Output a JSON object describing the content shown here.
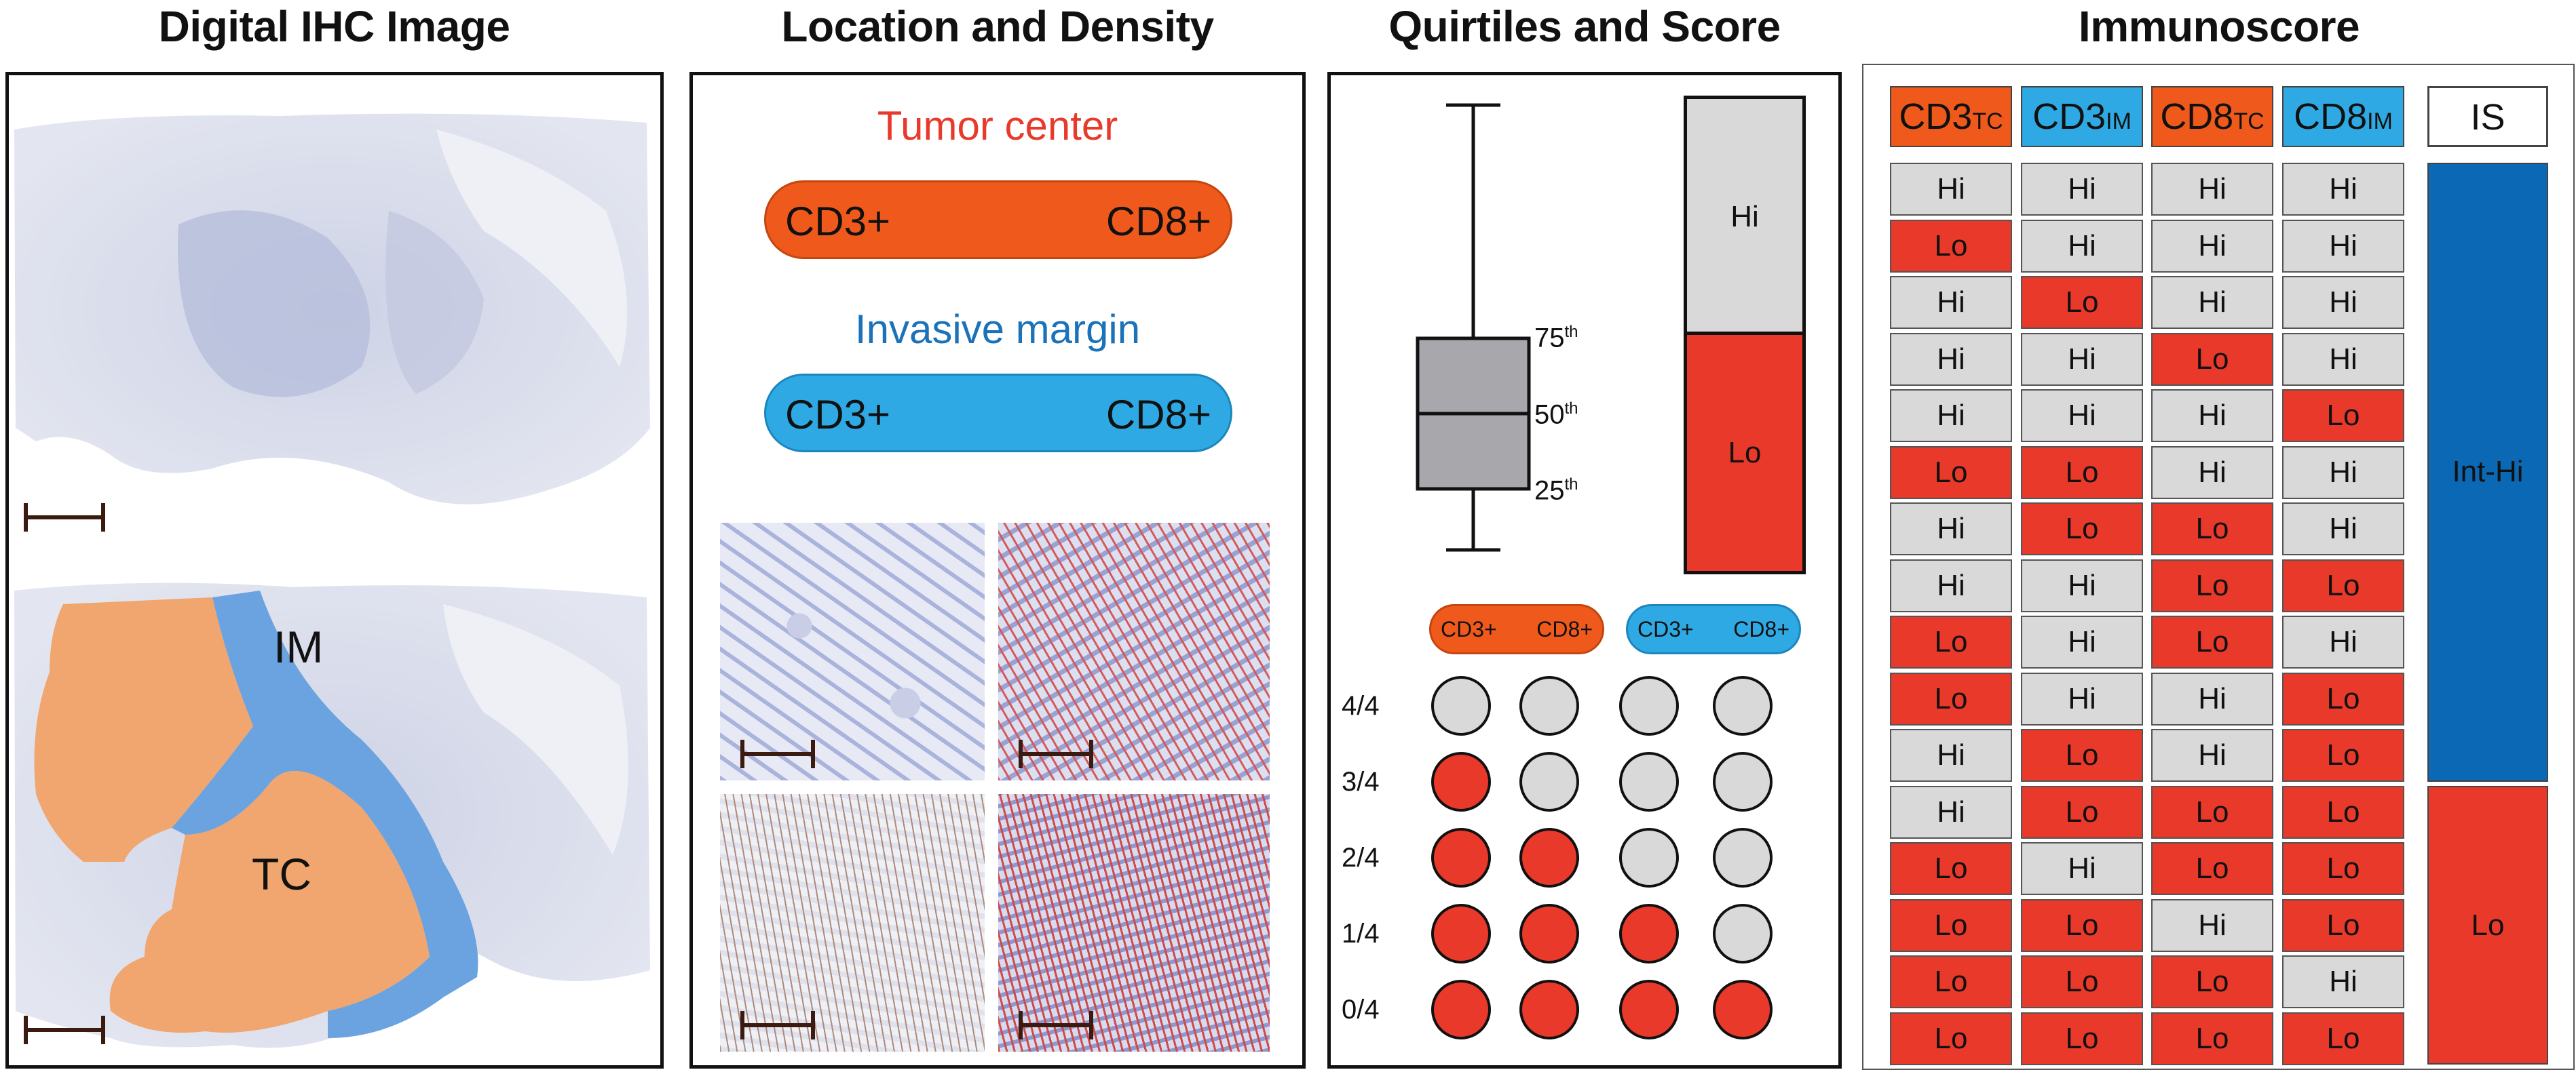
{
  "titles": {
    "panel1": "Digital IHC Image",
    "panel2": "Location and Density",
    "panel3": "Quirtiles and Score",
    "panel4": "Immunoscore"
  },
  "panel1": {
    "label_im": "IM",
    "label_tc": "TC"
  },
  "panel2": {
    "tumor_center": "Tumor center",
    "invasive_margin": "Invasive margin",
    "cd3": "CD3+",
    "cd8": "CD8+"
  },
  "panel3": {
    "p75": "75",
    "p50": "50",
    "p25": "25",
    "th": "th",
    "hi": "Hi",
    "lo": "Lo",
    "pill_cd3": "CD3+",
    "pill_cd8": "CD8+",
    "score_labels": [
      "4/4",
      "3/4",
      "2/4",
      "1/4",
      "0/4"
    ],
    "circles": [
      [
        0,
        0,
        0,
        0
      ],
      [
        1,
        0,
        0,
        0
      ],
      [
        1,
        1,
        0,
        0
      ],
      [
        1,
        1,
        1,
        0
      ],
      [
        1,
        1,
        1,
        1
      ]
    ]
  },
  "panel4": {
    "headers": [
      {
        "main": "CD3",
        "sub": "TC",
        "color": "orange"
      },
      {
        "main": "CD3",
        "sub": "IM",
        "color": "blue"
      },
      {
        "main": "CD8",
        "sub": "TC",
        "color": "orange"
      },
      {
        "main": "CD8",
        "sub": "IM",
        "color": "blue"
      }
    ],
    "is_header": "IS",
    "rows": [
      [
        "Hi",
        "Hi",
        "Hi",
        "Hi"
      ],
      [
        "Lo",
        "Hi",
        "Hi",
        "Hi"
      ],
      [
        "Hi",
        "Lo",
        "Hi",
        "Hi"
      ],
      [
        "Hi",
        "Hi",
        "Lo",
        "Hi"
      ],
      [
        "Hi",
        "Hi",
        "Hi",
        "Lo"
      ],
      [
        "Lo",
        "Lo",
        "Hi",
        "Hi"
      ],
      [
        "Hi",
        "Lo",
        "Lo",
        "Hi"
      ],
      [
        "Hi",
        "Hi",
        "Lo",
        "Lo"
      ],
      [
        "Lo",
        "Hi",
        "Lo",
        "Hi"
      ],
      [
        "Lo",
        "Hi",
        "Hi",
        "Lo"
      ],
      [
        "Hi",
        "Lo",
        "Hi",
        "Lo"
      ],
      [
        "Hi",
        "Lo",
        "Lo",
        "Lo"
      ],
      [
        "Lo",
        "Hi",
        "Lo",
        "Lo"
      ],
      [
        "Lo",
        "Lo",
        "Hi",
        "Lo"
      ],
      [
        "Lo",
        "Lo",
        "Lo",
        "Hi"
      ],
      [
        "Lo",
        "Lo",
        "Lo",
        "Lo"
      ]
    ],
    "is_groups": [
      {
        "label": "Int-Hi",
        "rows": 11,
        "color": "blue"
      },
      {
        "label": "Lo",
        "rows": 5,
        "color": "red"
      }
    ]
  },
  "colors": {
    "orange": "#ef5a1c",
    "blue": "#2fa9e3",
    "red": "#e8392a",
    "hi_gray": "#d9d9d9",
    "is_blue": "#0b68b5",
    "tumor_center_text": "#e8392a",
    "invasive_margin_text": "#1b72b9",
    "tc_region": "#f0a66e",
    "im_region": "#6aa3e0"
  }
}
